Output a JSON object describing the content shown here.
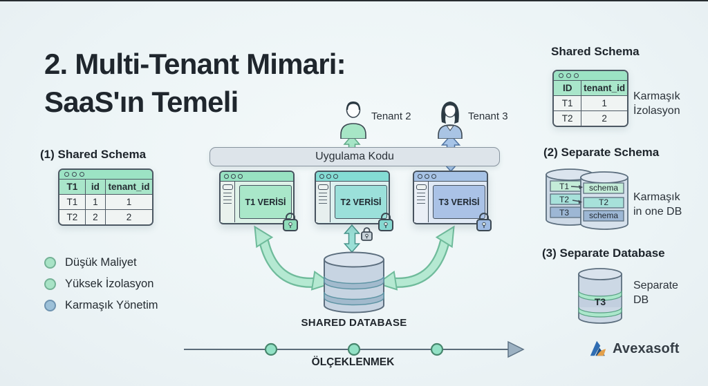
{
  "title": {
    "line1": "2. Multi-Tenant Mimari:",
    "line2": "SaaS'ın Temeli"
  },
  "left_panel": {
    "heading": "(1) Shared Schema",
    "table": {
      "headers": [
        "T1",
        "id",
        "tenant_id"
      ],
      "rows": [
        [
          "T1",
          "1",
          "1"
        ],
        [
          "T2",
          "2",
          "2"
        ]
      ]
    },
    "bullets": [
      {
        "label": "Düşük Maliyet",
        "color": "#a8e3c6"
      },
      {
        "label": "Yüksek İzolasyon",
        "color": "#a8e3c6"
      },
      {
        "label": "Karmaşık Yönetim",
        "color": "#9cc0d8"
      }
    ]
  },
  "center": {
    "tenants": [
      {
        "label": "Tenant 2"
      },
      {
        "label": "Tenant 3"
      }
    ],
    "app_bar_label": "Uygulama Kodu",
    "windows": [
      {
        "label": "T1 VERİSİ"
      },
      {
        "label": "T2 VERİSİ"
      },
      {
        "label": "T3 VERİSİ"
      }
    ],
    "database_label": "SHARED DATABASE",
    "timeline_label": "ÖLÇEKLENMEK"
  },
  "right_panel": {
    "section1": {
      "heading": "Shared Schema",
      "table": {
        "headers": [
          "ID",
          "tenant_id"
        ],
        "rows": [
          [
            "T1",
            "1"
          ],
          [
            "T2",
            "2"
          ]
        ]
      },
      "note_line1": "Karmaşık",
      "note_line2": "İzolasyon"
    },
    "section2": {
      "heading": "(2) Separate Schema",
      "left_cylinder_bands": [
        "T1",
        "T2",
        "T3"
      ],
      "right_cylinder_bands": [
        "schema",
        "T2",
        "schema"
      ],
      "note_line1": "Karmaşık",
      "note_line2": "in one DB"
    },
    "section3": {
      "heading": "(3) Separate Database",
      "db_label": "T3",
      "note_line1": "Separate",
      "note_line2": "DB"
    }
  },
  "footer": {
    "brand": "Avexasoft"
  },
  "colors": {
    "background": "#eef5f6",
    "accent_green": "#9ce3c4",
    "accent_teal": "#84dcd4",
    "accent_blue": "#a7c3e6",
    "arrow_mint": "#b5e9d2",
    "outline_dark": "#46525e",
    "text_dark": "#1f262d"
  }
}
